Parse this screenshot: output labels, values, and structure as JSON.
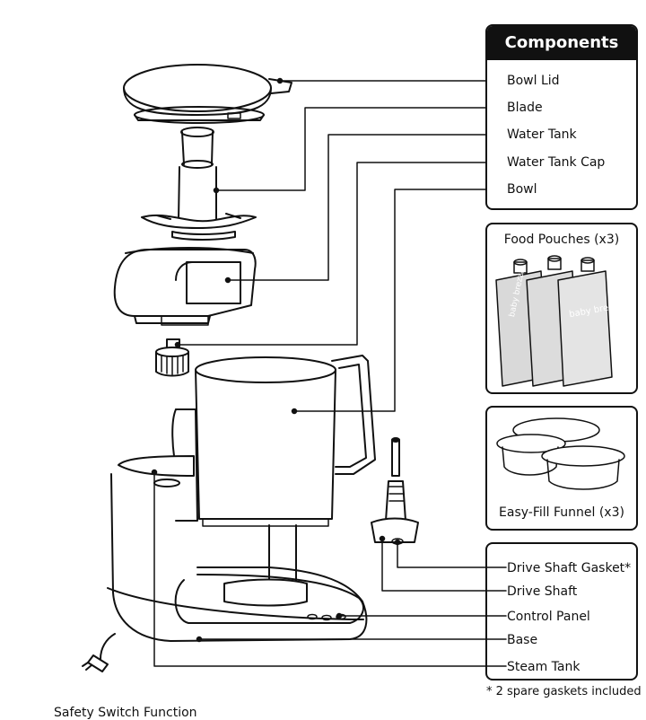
{
  "components_panel": {
    "title": "Components",
    "items": [
      "Bowl Lid",
      "Blade",
      "Water Tank",
      "Water Tank Cap",
      "Bowl"
    ]
  },
  "pouches_box": {
    "caption": "Food Pouches (x3)",
    "pouch_brand": "baby brezza"
  },
  "funnel_box": {
    "caption": "Easy-Fill Funnel (x3)"
  },
  "lower_panel": {
    "items": [
      "Drive Shaft Gasket*",
      "Drive Shaft",
      "Control Panel",
      "Base",
      "Steam Tank"
    ]
  },
  "footnote": "* 2 spare gaskets included",
  "cut_heading": "Safety Switch Function"
}
